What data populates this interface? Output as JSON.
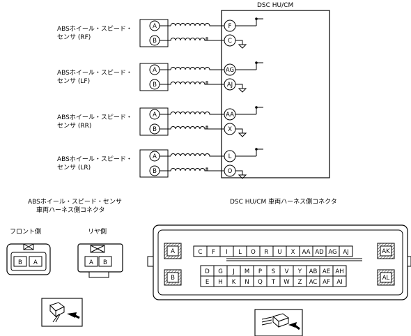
{
  "module_title": "DSC HU/CM",
  "sensors": [
    {
      "line1": "ABSホイール・スピード・",
      "line2": "センサ (RF)",
      "pin_a": "A",
      "pin_b": "B",
      "module_pin_signal": "F",
      "module_pin_ground": "C"
    },
    {
      "line1": "ABSホイール・スピード・",
      "line2": "センサ (LF)",
      "pin_a": "A",
      "pin_b": "B",
      "module_pin_signal": "AG",
      "module_pin_ground": "AJ"
    },
    {
      "line1": "ABSホイール・スピード・",
      "line2": "センサ (RR)",
      "pin_a": "A",
      "pin_b": "B",
      "module_pin_signal": "AA",
      "module_pin_ground": "X"
    },
    {
      "line1": "ABSホイール・スピード・",
      "line2": "センサ (LR)",
      "pin_a": "A",
      "pin_b": "B",
      "module_pin_signal": "L",
      "module_pin_ground": "O"
    }
  ],
  "sensor_connector": {
    "title_line1": "ABSホイール・スピード・センサ",
    "title_line2": "車両ハーネス側コネクタ",
    "front_label": "フロント側",
    "rear_label": "リヤ側",
    "front_pins": [
      "B",
      "A"
    ],
    "rear_pins": [
      "A",
      "B"
    ]
  },
  "module_connector": {
    "title": "DSC HU/CM 車両ハーネス側コネクタ",
    "side_pins": [
      "A",
      "B",
      "AK",
      "AL"
    ],
    "row1": [
      "C",
      "F",
      "I",
      "L",
      "O",
      "R",
      "U",
      "X",
      "AA",
      "AD",
      "AG",
      "AJ"
    ],
    "row2": [
      "D",
      "G",
      "J",
      "M",
      "P",
      "S",
      "V",
      "Y",
      "AB",
      "AE",
      "AH"
    ],
    "row3": [
      "E",
      "H",
      "K",
      "N",
      "Q",
      "T",
      "W",
      "Z",
      "AC",
      "AF",
      "AI"
    ]
  }
}
